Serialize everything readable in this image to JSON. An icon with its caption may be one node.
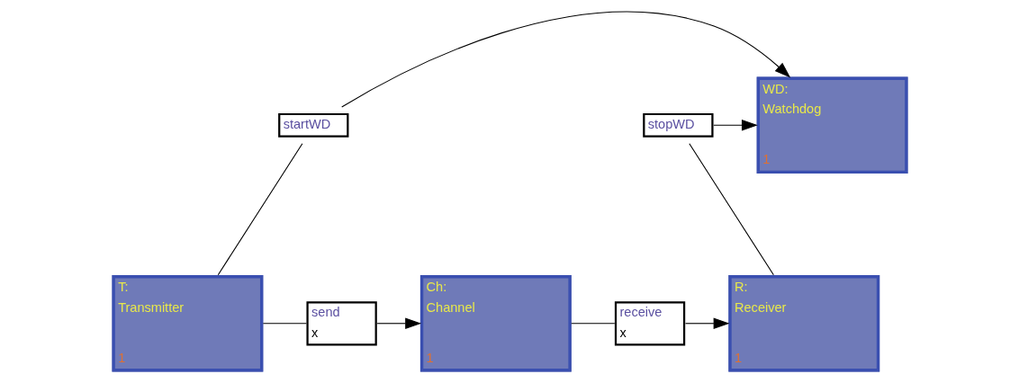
{
  "diagram": {
    "nodes": [
      {
        "text": [
          "WD:",
          "Watchdog",
          "1"
        ]
      },
      {
        "text": [
          "startWD"
        ]
      },
      {
        "text": [
          "stopWD"
        ]
      },
      {
        "text": [
          "T:",
          "Transmitter",
          "1"
        ]
      },
      {
        "text": [
          "send",
          "x"
        ]
      },
      {
        "text": [
          "Ch:",
          "Channel",
          "1"
        ]
      },
      {
        "text": [
          "receive",
          "x"
        ]
      },
      {
        "text": [
          "R:",
          "Receiver",
          "1"
        ]
      }
    ],
    "edges": [
      {
        "from": 1,
        "to": 0,
        "arrow": "to"
      },
      {
        "from": 2,
        "to": 0,
        "arrow": "to"
      },
      {
        "from": 1,
        "to": 3,
        "arrow": "none"
      },
      {
        "from": 2,
        "to": 7,
        "arrow": "none"
      },
      {
        "from": 3,
        "to": 4,
        "arrow": "none"
      },
      {
        "from": 4,
        "to": 5,
        "arrow": "to"
      },
      {
        "from": 5,
        "to": 6,
        "arrow": "none"
      },
      {
        "from": 6,
        "to": 7,
        "arrow": "to"
      }
    ]
  }
}
